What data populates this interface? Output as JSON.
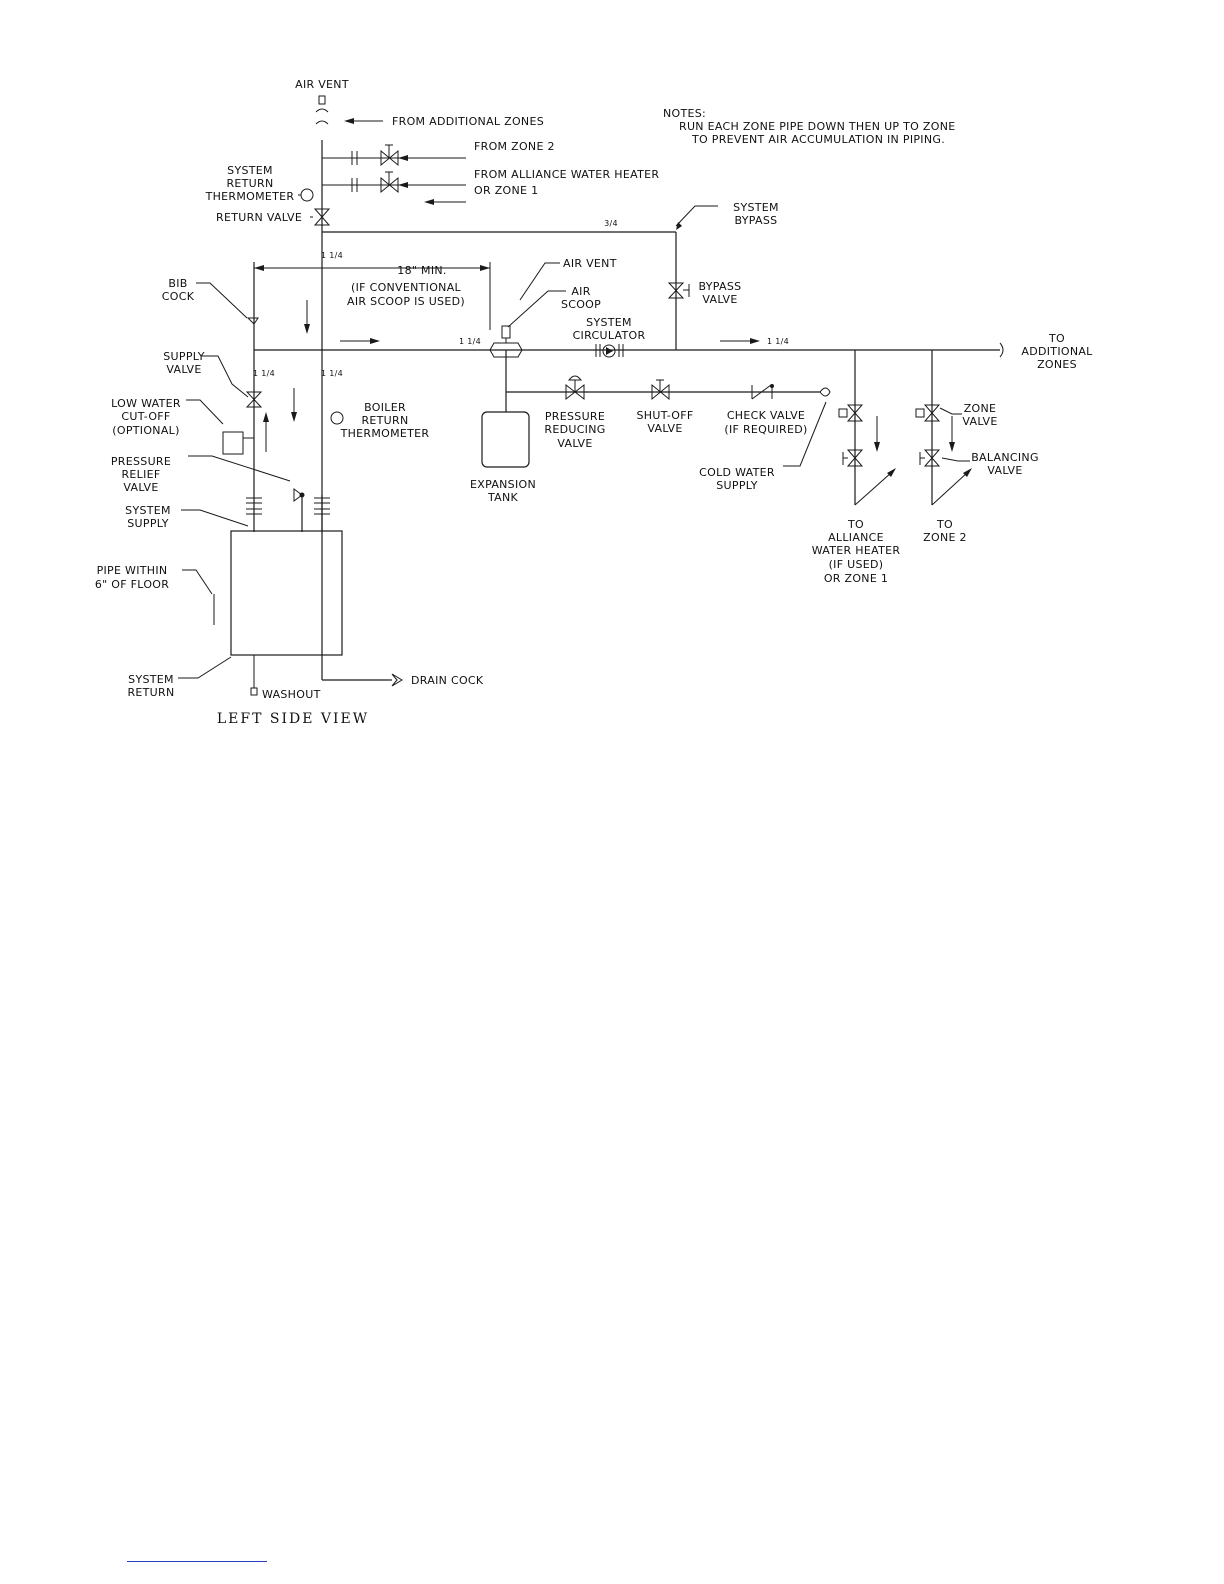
{
  "diagram": {
    "title": "LEFT SIDE VIEW",
    "notes": {
      "heading": "NOTES:",
      "line1": "RUN EACH ZONE PIPE DOWN THEN UP TO ZONE",
      "line2": "TO PREVENT AIR ACCUMULATION IN PIPING."
    },
    "labels": {
      "air_vent_top": "AIR VENT",
      "from_additional_zones": "FROM ADDITIONAL ZONES",
      "from_zone_2": "FROM ZONE 2",
      "from_alliance_1": "FROM ALLIANCE WATER HEATER",
      "from_alliance_2": "OR ZONE 1",
      "system_return_thermometer_1": "SYSTEM",
      "system_return_thermometer_2": "RETURN",
      "system_return_thermometer_3": "THERMOMETER",
      "return_valve": "RETURN VALVE",
      "system_bypass_1": "SYSTEM",
      "system_bypass_2": "BYPASS",
      "bypass_valve_1": "BYPASS",
      "bypass_valve_2": "VALVE",
      "min_distance": "18\" MIN.",
      "conventional_1": "(IF CONVENTIONAL",
      "conventional_2": "AIR SCOOP IS USED)",
      "air_vent_mid": "AIR VENT",
      "air_scoop_1": "AIR",
      "air_scoop_2": "SCOOP",
      "system_circulator_1": "SYSTEM",
      "system_circulator_2": "CIRCULATOR",
      "to_additional_zones_1": "TO",
      "to_additional_zones_2": "ADDITIONAL",
      "to_additional_zones_3": "ZONES",
      "bib_cock_1": "BIB",
      "bib_cock_2": "COCK",
      "supply_valve_1": "SUPPLY",
      "supply_valve_2": "VALVE",
      "low_water_1": "LOW WATER",
      "low_water_2": "CUT-OFF",
      "low_water_3": "(OPTIONAL)",
      "boiler_return_1": "BOILER",
      "boiler_return_2": "RETURN",
      "boiler_return_3": "THERMOMETER",
      "pressure_relief_1": "PRESSURE",
      "pressure_relief_2": "RELIEF",
      "pressure_relief_3": "VALVE",
      "system_supply_1": "SYSTEM",
      "system_supply_2": "SUPPLY",
      "pipe_within_1": "PIPE WITHIN",
      "pipe_within_2": "6\" OF FLOOR",
      "system_return_1": "SYSTEM",
      "system_return_2": "RETURN",
      "washout": "WASHOUT",
      "drain_cock": "DRAIN COCK",
      "expansion_tank_1": "EXPANSION",
      "expansion_tank_2": "TANK",
      "pressure_reducing_1": "PRESSURE",
      "pressure_reducing_2": "REDUCING",
      "pressure_reducing_3": "VALVE",
      "shutoff_1": "SHUT-OFF",
      "shutoff_2": "VALVE",
      "check_valve_1": "CHECK VALVE",
      "check_valve_2": "(IF REQUIRED)",
      "cold_water_1": "COLD WATER",
      "cold_water_2": "SUPPLY",
      "zone_valve_1": "ZONE",
      "zone_valve_2": "VALVE",
      "balancing_1": "BALANCING",
      "balancing_2": "VALVE",
      "to_alliance_1": "TO",
      "to_alliance_2": "ALLIANCE",
      "to_alliance_3": "WATER HEATER",
      "to_alliance_4": "(IF USED)",
      "to_alliance_5": "OR ZONE 1",
      "to_zone2_1": "TO",
      "to_zone2_2": "ZONE 2"
    },
    "sizes": {
      "bypass": "3/4",
      "main": "1 1/4"
    }
  }
}
